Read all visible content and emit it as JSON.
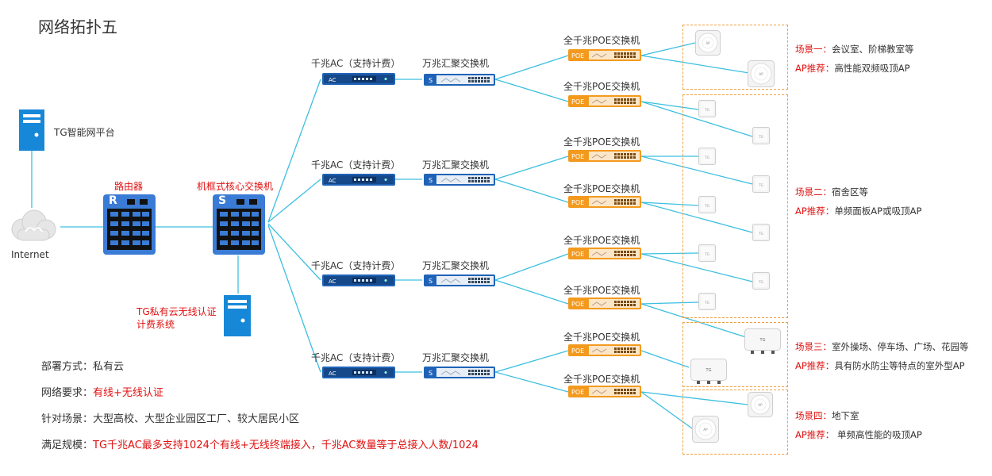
{
  "title": "网络拓扑五",
  "platform_label": "TG智能网平台",
  "internet_label": "Internet",
  "router_label": "路由器",
  "router_letter": "R",
  "core_label": "机框式核心交换机",
  "core_letter": "S",
  "auth_line1": "TG私有云无线认证",
  "auth_line2": "计费系统",
  "ac_label": "千兆AC（支持计费）",
  "ac_tag": "AC",
  "agg_label": "万兆汇聚交换机",
  "agg_tag": "S",
  "poe_label": "全千兆POE交换机",
  "poe_tag": "POE",
  "ap_tag": "AP",
  "tg_tag": "TG",
  "scenes": [
    {
      "name": "场景一：",
      "desc": "会议室、阶梯教室等",
      "ap_key": "AP推荐：",
      "ap_val": "高性能双频吸顶AP"
    },
    {
      "name": "场景二：",
      "desc": "宿舍区等",
      "ap_key": "AP推荐：",
      "ap_val": "单频面板AP或吸顶AP"
    },
    {
      "name": "场景三：",
      "desc": "室外操场、停车场、广场、花园等",
      "ap_key": "AP推荐：",
      "ap_val": "具有防水防尘等特点的室外型AP"
    },
    {
      "name": "场景四：",
      "desc": "地下室",
      "ap_key": "AP推荐：",
      "ap_val": " 单频高性能的吸顶AP"
    }
  ],
  "bottom": [
    {
      "key": "部署方式：",
      "val": "私有云"
    },
    {
      "key": "网络要求：",
      "val": "有线+无线认证"
    },
    {
      "key": "针对场景：",
      "val": "大型高校、大型企业园区工厂、较大居民小区"
    },
    {
      "key": "满足规模：",
      "val": "TG千兆AC最多支持1024个有线+无线终端接入，千兆AC数量等于总接入人数/1024"
    }
  ],
  "colors": {
    "line": "#3cbfe0",
    "red": "#e01010",
    "orange": "#f39a1e",
    "blue": "#1f63b8",
    "dash": "#f0a040"
  }
}
